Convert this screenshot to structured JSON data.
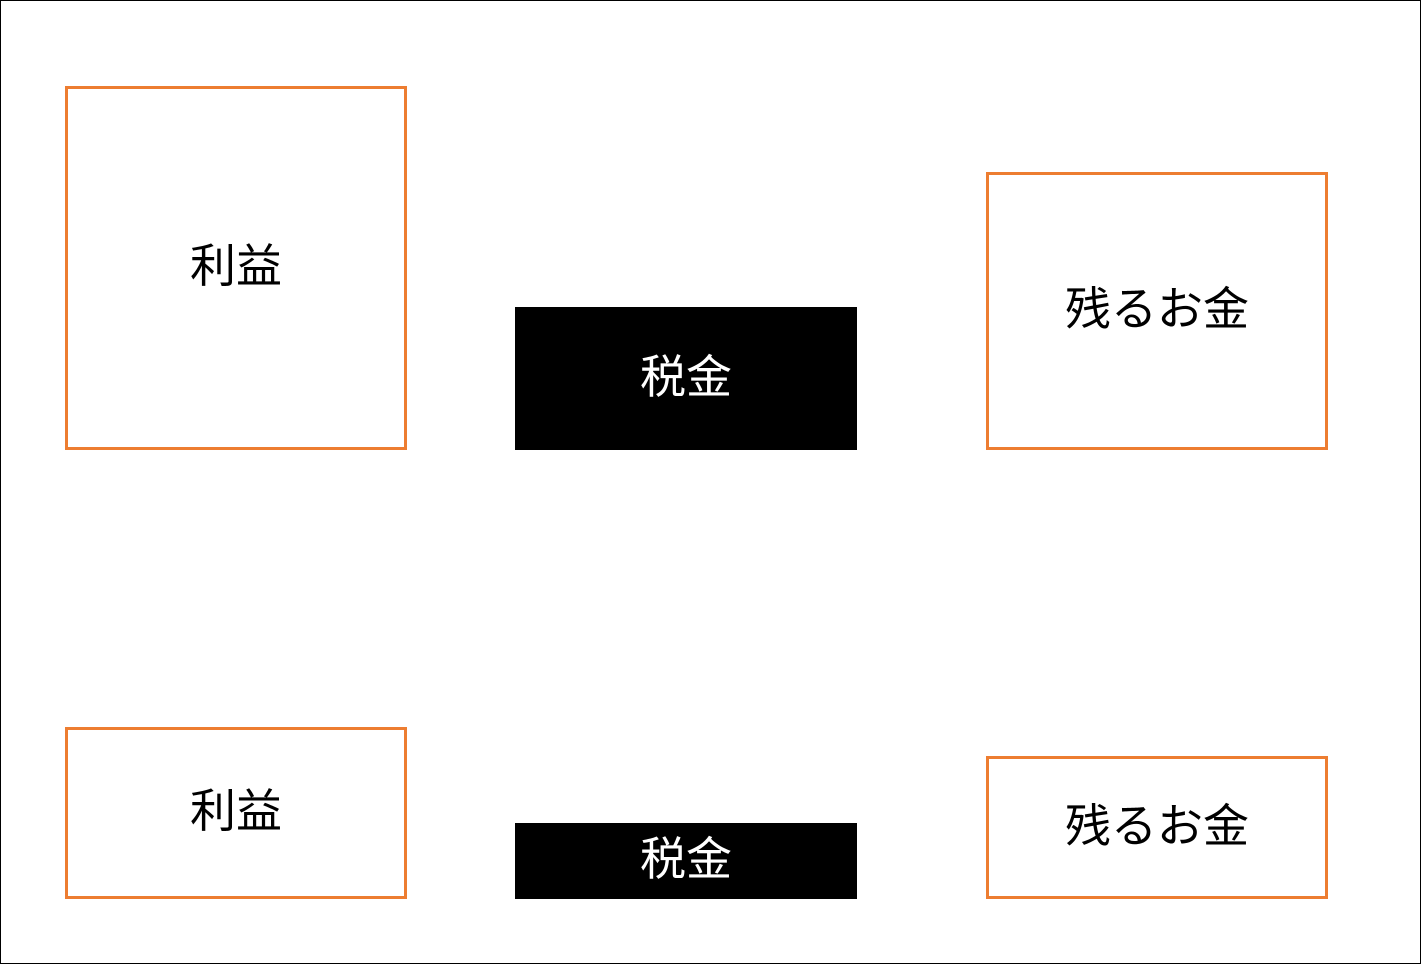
{
  "colors": {
    "outline": "#ED7D31",
    "tax_fill": "#000000",
    "tax_text": "#FFFFFF",
    "text": "#000000"
  },
  "diagram_top": {
    "profit_label": "利益",
    "tax_label": "税金",
    "remaining_label": "残るお金"
  },
  "diagram_bottom": {
    "profit_label": "利益",
    "tax_label": "税金",
    "remaining_label": "残るお金"
  }
}
